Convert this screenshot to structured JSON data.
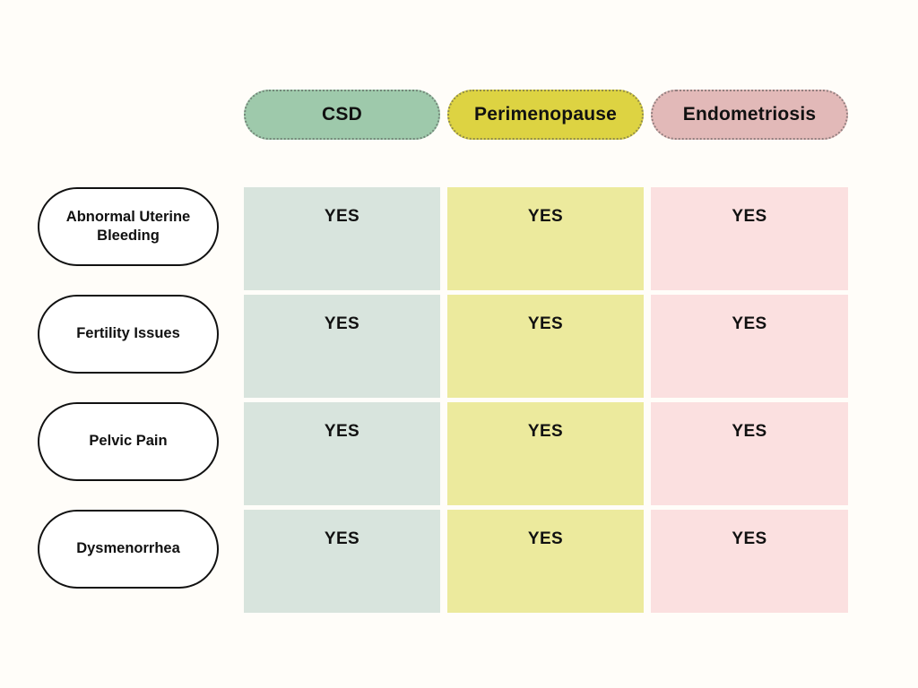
{
  "background_color": "#fffdf9",
  "matrix": {
    "columns": [
      {
        "label": "CSD",
        "fill": "#9ec9ab",
        "cell_fill": "#d8e4dd"
      },
      {
        "label": "Perimenopause",
        "fill": "#ddd342",
        "cell_fill": "#ecea9d"
      },
      {
        "label": "Endometriosis",
        "fill": "#e2b9b8",
        "cell_fill": "#fbe0e0"
      }
    ],
    "rows": [
      {
        "label": "Abnormal Uterine Bleeding",
        "values": [
          "YES",
          "YES",
          "YES"
        ]
      },
      {
        "label": "Fertility Issues",
        "values": [
          "YES",
          "YES",
          "YES"
        ]
      },
      {
        "label": "Pelvic Pain",
        "values": [
          "YES",
          "YES",
          "YES"
        ]
      },
      {
        "label": "Dysmenorrhea",
        "values": [
          "YES",
          "YES",
          "YES"
        ]
      }
    ]
  }
}
